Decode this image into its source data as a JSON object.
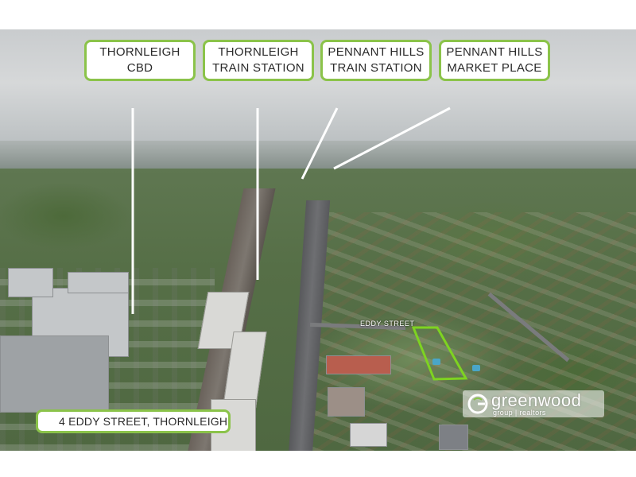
{
  "callouts": [
    {
      "line1": "THORNLEIGH",
      "line2": "CBD"
    },
    {
      "line1": "THORNLEIGH",
      "line2": "TRAIN STATION"
    },
    {
      "line1": "PENNANT HILLS",
      "line2": "TRAIN STATION"
    },
    {
      "line1": "PENNANT HILLS",
      "line2": "MARKET PLACE"
    }
  ],
  "property": {
    "address": "4 EDDY STREET, THORNLEIGH",
    "street_label": "EDDY STREET"
  },
  "brand": {
    "name": "greenwood",
    "tagline": "group | realtors"
  },
  "colors": {
    "callout_border": "#8bc34a",
    "lot_outline": "#7ed321",
    "leader_line": "#ffffff"
  }
}
